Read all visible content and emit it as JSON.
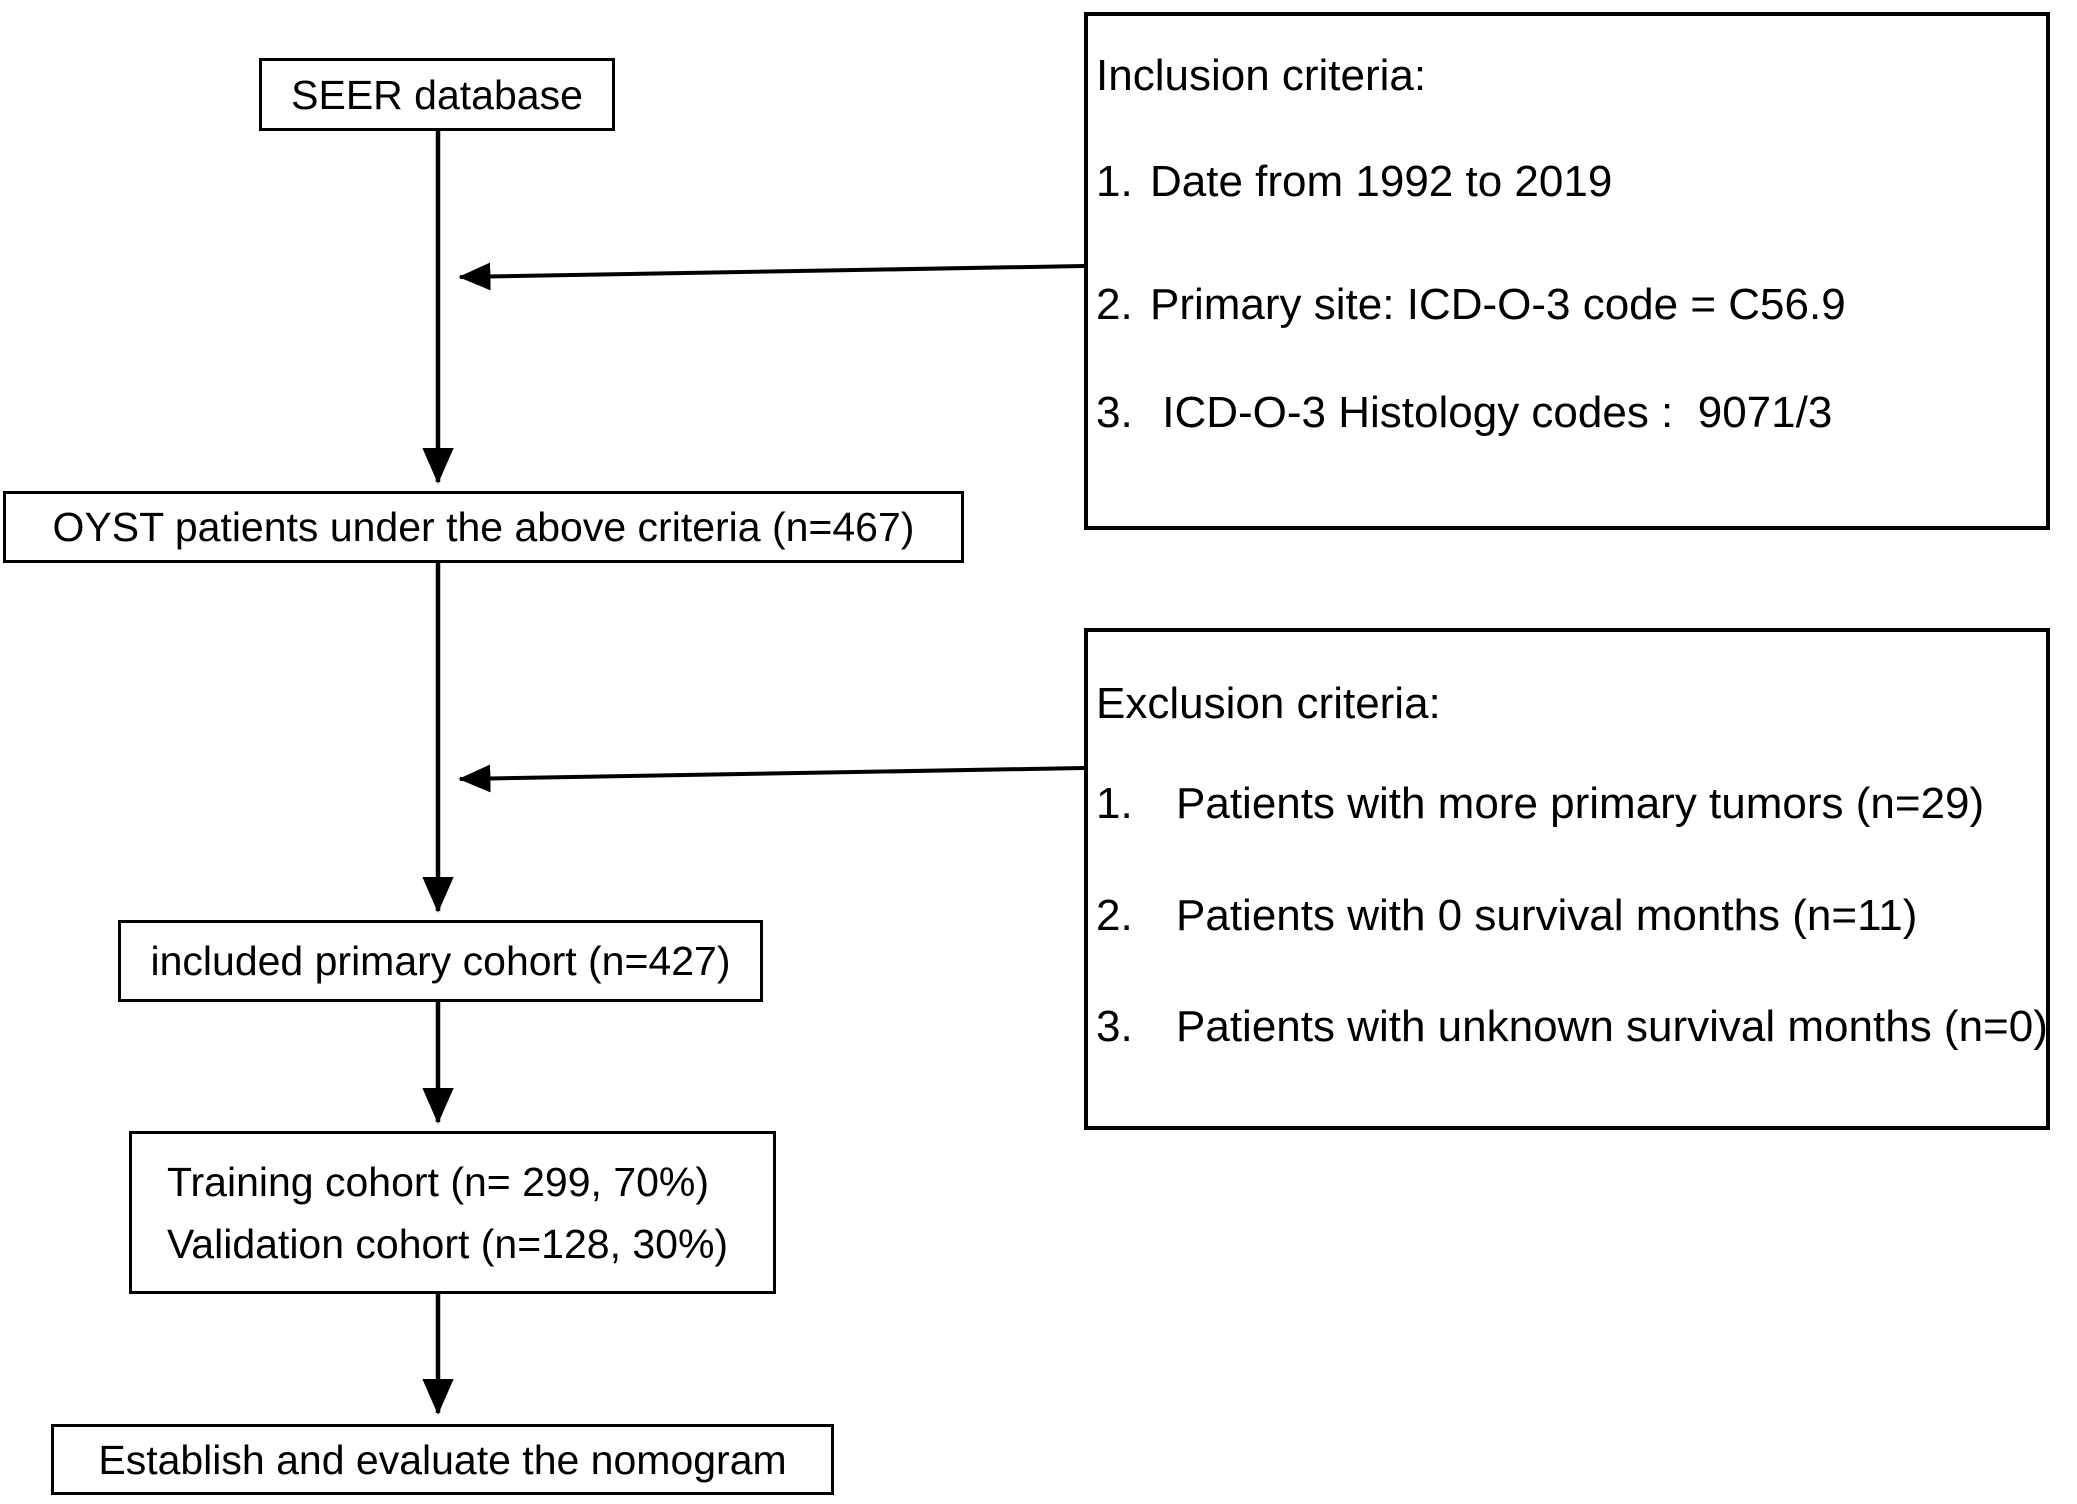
{
  "nodes": {
    "seer": {
      "label": "SEER database"
    },
    "oyst": {
      "label": "OYST patients under the above criteria (n=467)"
    },
    "included": {
      "label": "included primary cohort (n=427)"
    },
    "split": {
      "lines": [
        "Training cohort (n= 299, 70%)",
        "Validation cohort (n=128, 30%)"
      ]
    },
    "establish": {
      "label": "Establish and evaluate the nomogram"
    }
  },
  "inclusion": {
    "title": "Inclusion criteria:",
    "items": [
      {
        "num": "1.",
        "text": "Date from 1992 to 2019"
      },
      {
        "num": "2.",
        "text": "Primary site: ICD-O-3 code = C56.9"
      },
      {
        "num": "3.",
        "text": " ICD-O-3 Histology codes :  9071/3"
      }
    ]
  },
  "exclusion": {
    "title": "Exclusion criteria:",
    "items": [
      {
        "num": "1.",
        "text": "Patients with more primary tumors (n=29)"
      },
      {
        "num": "2.",
        "text": "Patients with 0 survival months (n=11)"
      },
      {
        "num": "3.",
        "text": "Patients with unknown survival months (n=0)"
      }
    ]
  },
  "colors": {
    "line": "#000000",
    "background": "#ffffff",
    "text": "#000000"
  }
}
